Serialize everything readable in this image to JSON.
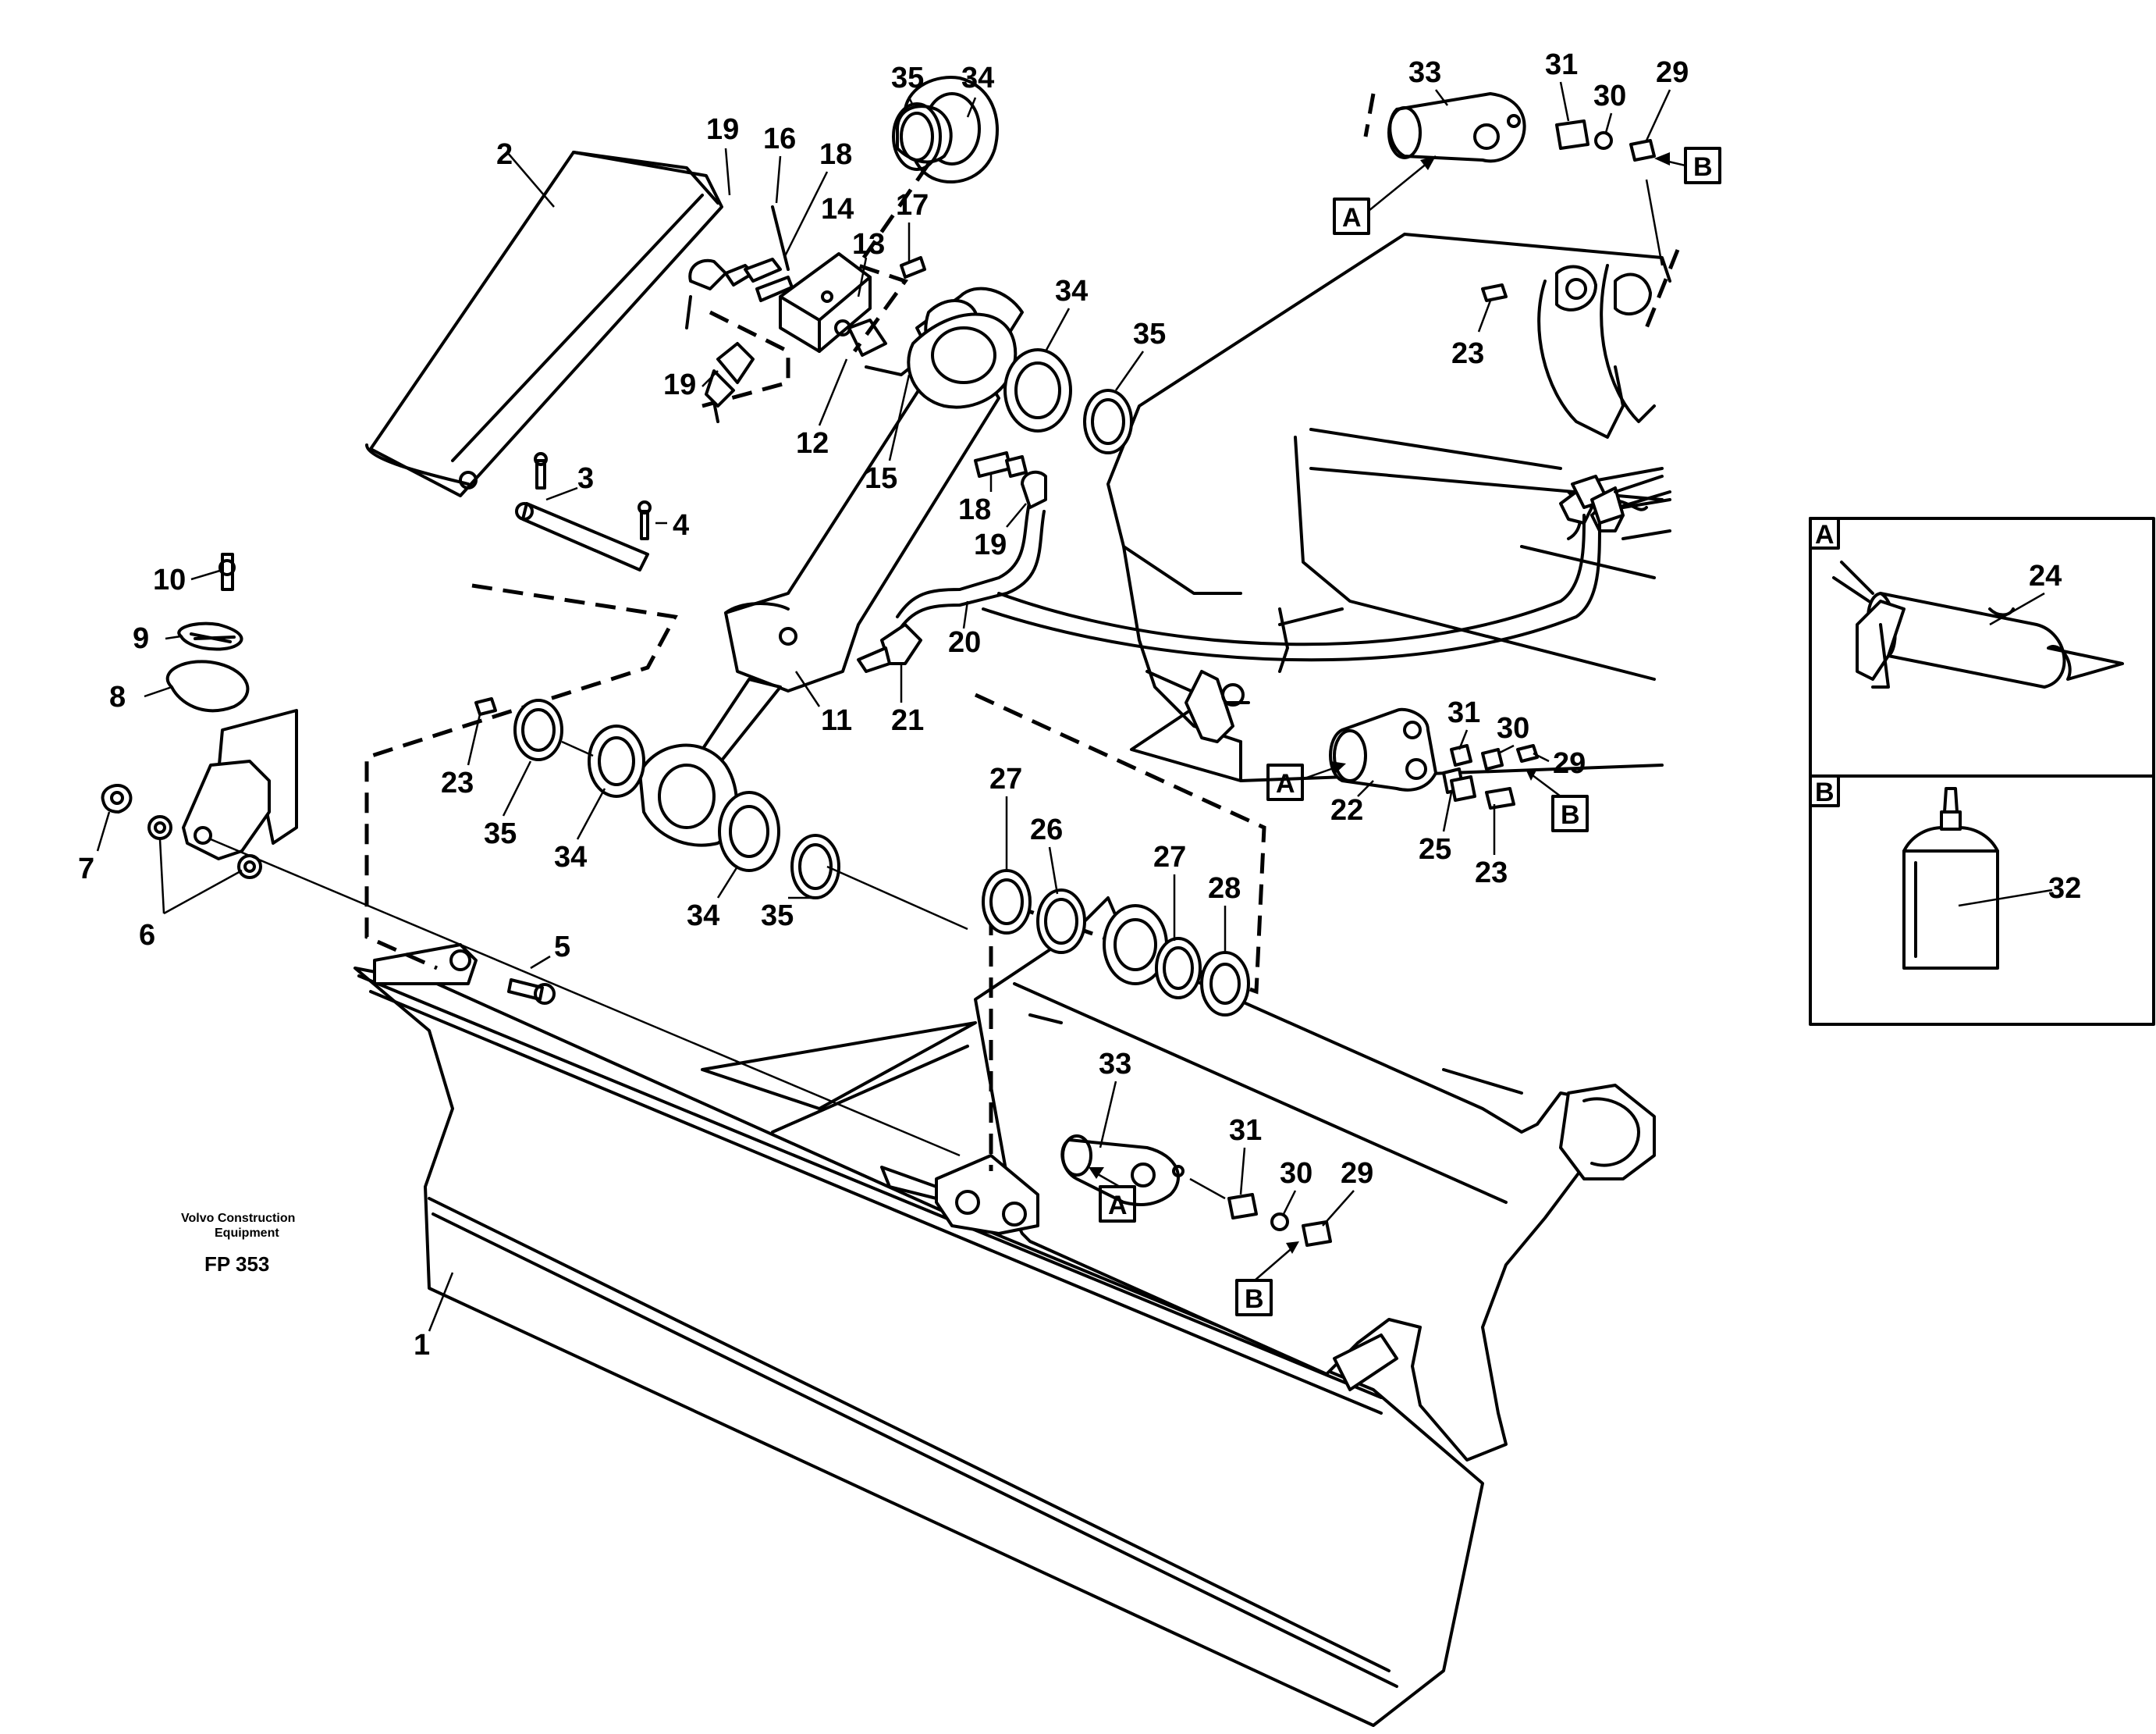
{
  "legend": {
    "company_line1": "Volvo Construction",
    "company_line2": "Equipment",
    "figure_code": "FP 353"
  },
  "detail_boxes": {
    "A": {
      "letter": "A",
      "callout": "24"
    },
    "B": {
      "letter": "B",
      "callout": "32"
    }
  },
  "ref_letter_A": "A",
  "ref_letter_B": "B",
  "callouts": {
    "c1": "1",
    "c2": "2",
    "c3": "3",
    "c4": "4",
    "c5": "5",
    "c6": "6",
    "c7": "7",
    "c8": "8",
    "c9": "9",
    "c10": "10",
    "c11": "11",
    "c12": "12",
    "c13": "13",
    "c14": "14",
    "c15": "15",
    "c16": "16",
    "c17": "17",
    "c18": "18",
    "c19": "19",
    "c20": "20",
    "c21": "21",
    "c22": "22",
    "c23": "23",
    "c25": "25",
    "c26": "26",
    "c27": "27",
    "c28": "28",
    "c29": "29",
    "c30": "30",
    "c31": "31",
    "c33": "33",
    "c34": "34",
    "c35": "35"
  }
}
